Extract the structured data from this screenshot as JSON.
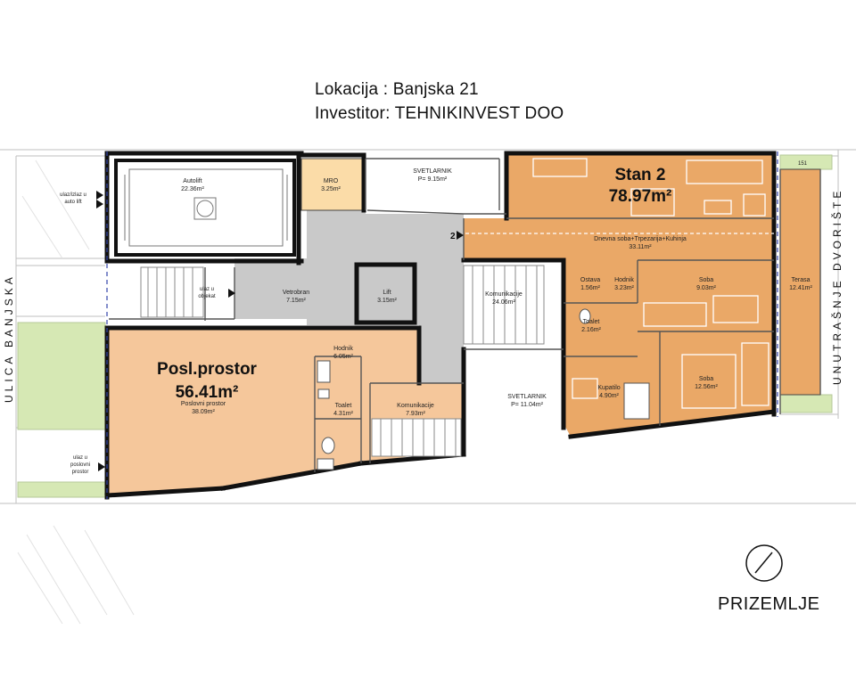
{
  "header": {
    "location_line": "Lokacija : Banjska 21",
    "investor_line": "Investitor: TEHNIKINVEST DOO"
  },
  "floor_label": "PRIZEMLJE",
  "street_label": "ULICA BANJSKA",
  "courtyard_label": "UNUTRAŠNJE DVORIŠTE",
  "stan2": {
    "title": "Stan 2",
    "total_area": "78.97m²",
    "rooms": [
      {
        "name": "Dnevna soba+Trpezarija+Kuhinja",
        "area": "33.11m²"
      },
      {
        "name": "Ostava",
        "area": "1.56m²"
      },
      {
        "name": "Hodnik",
        "area": "3.23m²"
      },
      {
        "name": "Soba",
        "area": "9.03m²"
      },
      {
        "name": "Toalet",
        "area": "2.16m²"
      },
      {
        "name": "Kupatilo",
        "area": "4.90m²"
      },
      {
        "name": "Soba",
        "area": "12.56m²"
      },
      {
        "name": "Terasa",
        "area": "12.41m²"
      }
    ]
  },
  "poslovni": {
    "title": "Posl.prostor",
    "total_area": "56.41m²",
    "rooms": [
      {
        "name": "Poslovni prostor",
        "area": "38.09m²"
      },
      {
        "name": "Hodnik",
        "area": "6.05m²"
      },
      {
        "name": "Toalet",
        "area": "4.31m²"
      },
      {
        "name": "Komunikacije",
        "area": "7.93m²"
      }
    ]
  },
  "common_rooms": [
    {
      "name": "Autolift",
      "area": "22.36m²"
    },
    {
      "name": "MRO",
      "area": "3.25m²"
    },
    {
      "name": "SVETLARNIK",
      "area": "P= 9.15m²"
    },
    {
      "name": "Vetrobran",
      "area": "7.15m²"
    },
    {
      "name": "Lift",
      "area": "3.15m²"
    },
    {
      "name": "Komunikacije",
      "area": "24.06m²"
    },
    {
      "name": "SVETLARNIK",
      "area": "P= 11.04m²"
    }
  ],
  "entrances": {
    "auto_lift": [
      "ulaz/izlaz u",
      "auto lift"
    ],
    "objekat": [
      "ulaz u",
      "objekat"
    ],
    "poslovni": [
      "ulaz u",
      "poslovni",
      "prostor"
    ]
  },
  "markers": {
    "section_marker": "2",
    "dimension_151": "151"
  },
  "colors": {
    "apartment": "#eaa867",
    "office": "#f5c79b",
    "mro": "#fbdca8",
    "common": "#c9c9c9",
    "green": "#d6e8b4"
  }
}
